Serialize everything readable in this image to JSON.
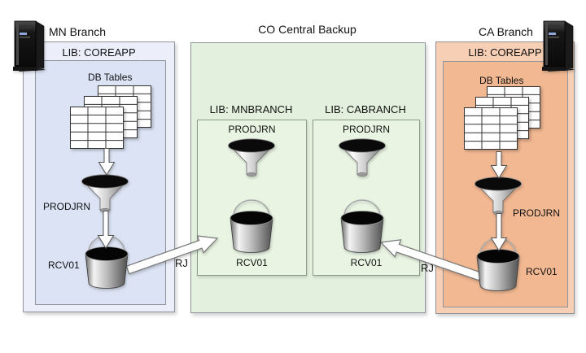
{
  "branches": {
    "mn": {
      "title": "MN Branch",
      "lib_label": "LIB: COREAPP",
      "db_tables_label": "DB Tables",
      "journal_label": "PRODJRN",
      "receiver_label": "RCV01"
    },
    "ca": {
      "title": "CA Branch",
      "lib_label": "LIB: COREAPP",
      "db_tables_label": "DB Tables",
      "journal_label": "PRODJRN",
      "receiver_label": "RCV01"
    }
  },
  "central": {
    "title": "CO Central Backup",
    "mn_lib": {
      "lib_label": "LIB: MNBRANCH",
      "journal_label": "PRODJRN",
      "receiver_label": "RCV01"
    },
    "ca_lib": {
      "lib_label": "LIB: CABRANCH",
      "journal_label": "PRODJRN",
      "receiver_label": "RCV01"
    }
  },
  "links": {
    "mn_to_central_label": "RJ",
    "ca_to_central_label": "RJ"
  },
  "colors": {
    "mn_outer": "#eceff9",
    "mn_inner": "#dbe3f4",
    "central_outer": "#e3f0dd",
    "central_lib": "#e9f4e3",
    "ca_outer": "#f6cfb5",
    "ca_inner": "#f1b892"
  }
}
